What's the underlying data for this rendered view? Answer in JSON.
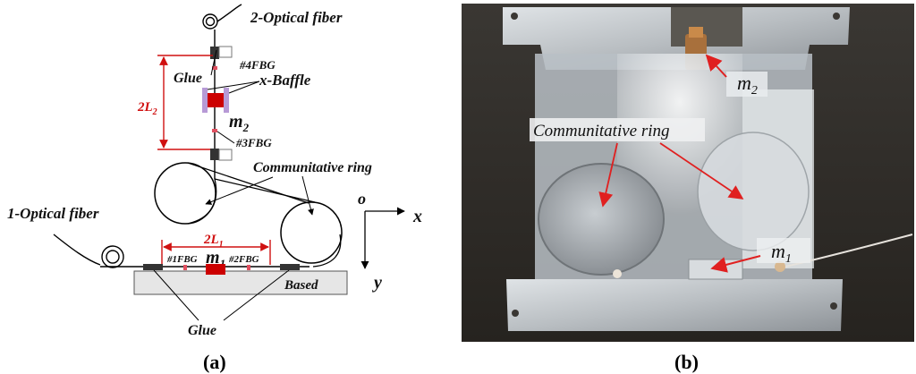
{
  "panel_a": {
    "fiber2": "2-Optical fiber",
    "fbg4": "#4FBG",
    "glue_top": "Glue",
    "baffle": "x-Baffle",
    "two_l2": "2L",
    "two_l2_sub": "2",
    "m2": "m",
    "m2_sub": "2",
    "fbg3": "#3FBG",
    "ring": "Communitative ring",
    "axis_o": "o",
    "axis_x": "x",
    "axis_y": "y",
    "fiber1": "1-Optical fiber",
    "two_l1": "2L",
    "two_l1_sub": "1",
    "m1": "m",
    "m1_sub": "1",
    "fbg1": "#1FBG",
    "fbg2": "#2FBG",
    "based": "Based",
    "glue_bottom": "Glue",
    "caption_open": "(",
    "caption_letter": "a",
    "caption_close": ")"
  },
  "panel_b": {
    "m2": "m",
    "m2_sub": "2",
    "ring": "Communitative ring",
    "m1": "m",
    "m1_sub": "1",
    "caption_open": "(",
    "caption_letter": "b",
    "caption_close": ")"
  }
}
